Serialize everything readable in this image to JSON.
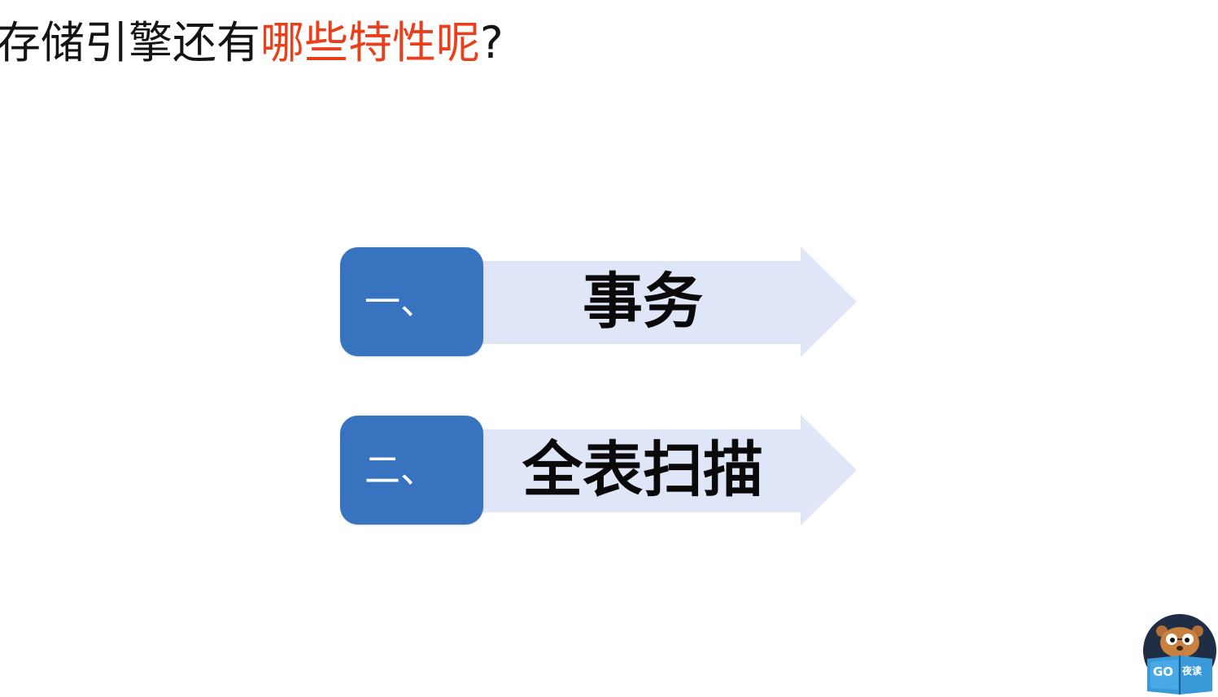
{
  "title": {
    "prefix": "存储引擎还有",
    "highlight": "哪些特性呢",
    "suffix": "?",
    "highlight_color": "#e8401c"
  },
  "items": [
    {
      "number": "一、",
      "label": "事务"
    },
    {
      "number": "二、",
      "label": "全表扫描"
    }
  ],
  "colors": {
    "number_box": "#3773be",
    "arrow_fill": "#dfe6f8"
  },
  "logo": {
    "text_go": "GO",
    "text_cn": "夜读"
  }
}
